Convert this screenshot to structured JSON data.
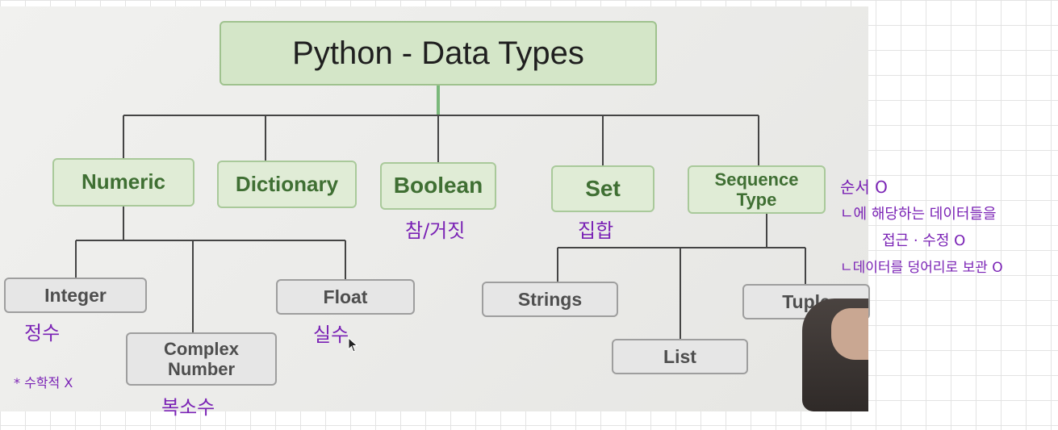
{
  "diagram": {
    "title": "Python - Data Types",
    "nodes": {
      "numeric": "Numeric",
      "dictionary": "Dictionary",
      "boolean": "Boolean",
      "set": "Set",
      "sequence_type": "Sequence Type",
      "integer": "Integer",
      "complex_number": "Complex Number",
      "float": "Float",
      "strings": "Strings",
      "list": "List",
      "tuple": "Tuple"
    }
  },
  "annotations": {
    "integer_ko": "정수",
    "complex_ko": "복소수",
    "float_ko": "실수",
    "boolean_ko": "참/거짓",
    "set_ko": "집합",
    "math_note": "* 수학적 X",
    "sequence_note_1": "순서 O",
    "sequence_note_2": "ㄴ에 해당하는 데이터들을",
    "sequence_note_3": "접근 · 수정 O",
    "sequence_note_4": "ㄴ데이터를 덩어리로 보관 O"
  },
  "colors": {
    "grid_line": "#e3e3e3",
    "slide_background": "#ececea",
    "title_fill": "#d4e6c8",
    "green_node_fill": "#e0ecd6",
    "green_node_text": "#3f6f33",
    "grey_node_fill": "#e6e6e6",
    "grey_node_text": "#4e4e4e",
    "connector": "#444444",
    "annotation_purple": "#7a22b5"
  }
}
